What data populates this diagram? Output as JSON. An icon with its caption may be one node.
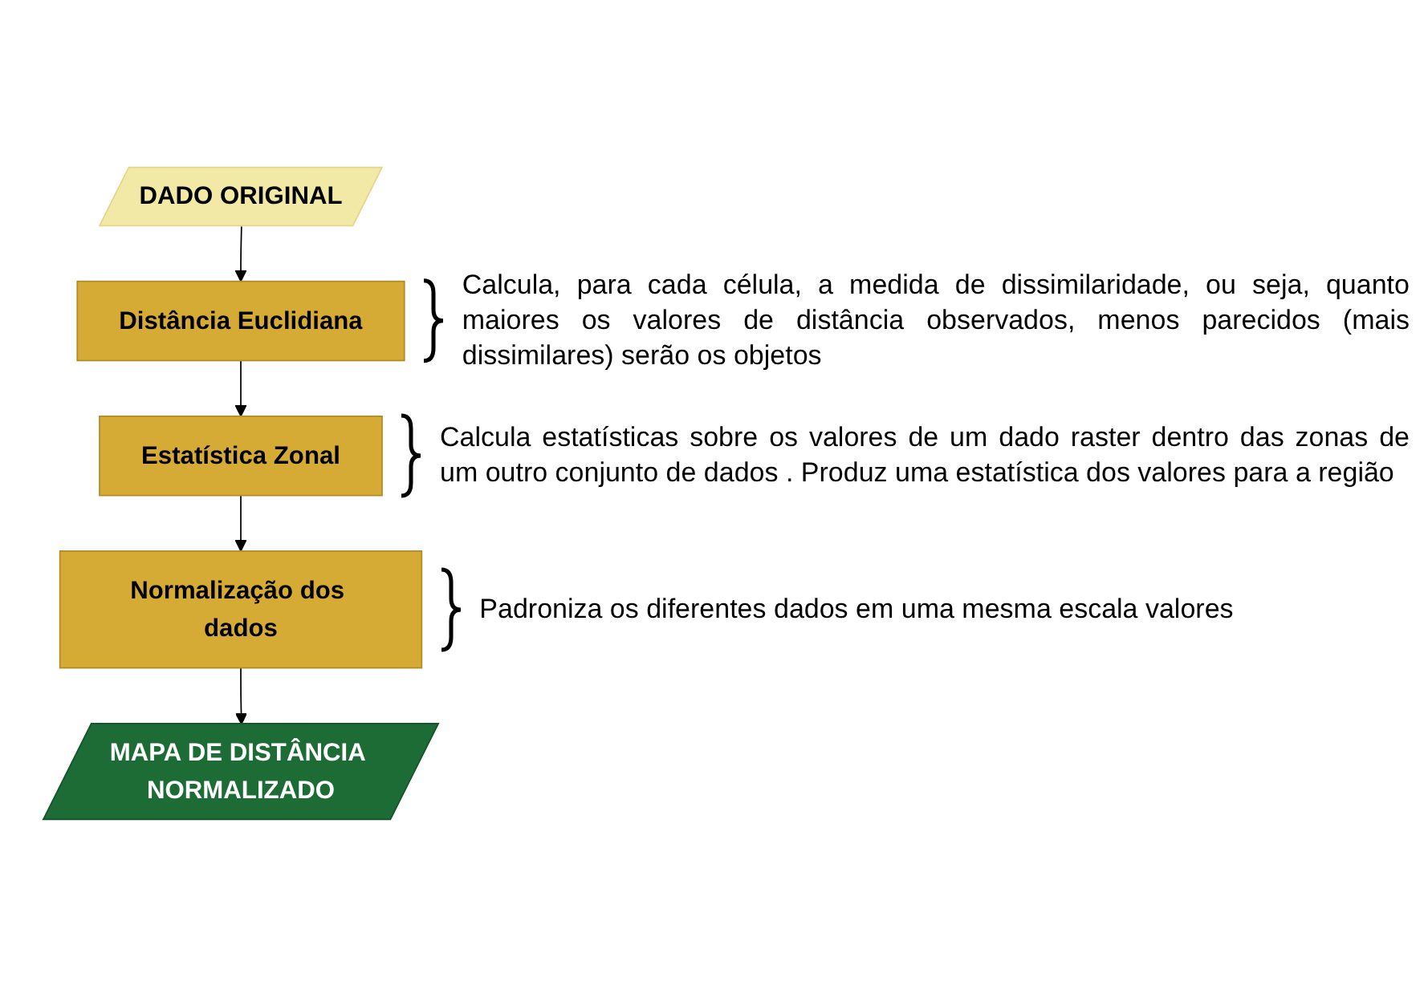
{
  "diagram": {
    "nodes": [
      {
        "text": [
          "DADO ORIGINAL"
        ]
      },
      {
        "text": [
          "Distância Euclidiana"
        ],
        "beside": [
          "Calcula, para cada célula, a medida de dissimilaridade, ou seja, quanto maiores os valores de distância observados, menos parecidos (mais dissimilares) serão os objetos"
        ]
      },
      {
        "text": [
          "Estatística Zonal"
        ],
        "beside": [
          "Calcula estatísticas sobre os valores de um dado raster dentro das zonas de um outro conjunto de dados . Produz uma estatística dos valores para a região"
        ]
      },
      {
        "text": [
          "Normalização dos dados"
        ],
        "beside": [
          "Padroniza os diferentes dados em uma mesma escala valores"
        ]
      },
      {
        "text": [
          "MAPA DE DISTÂNCIA NORMALIZADO"
        ]
      }
    ],
    "edges": [
      {
        "from": 0,
        "to": 1,
        "arrow": "to"
      },
      {
        "from": 1,
        "to": 2,
        "arrow": "to"
      },
      {
        "from": 2,
        "to": 3,
        "arrow": "to"
      },
      {
        "from": 3,
        "to": 4,
        "arrow": "to"
      }
    ]
  }
}
